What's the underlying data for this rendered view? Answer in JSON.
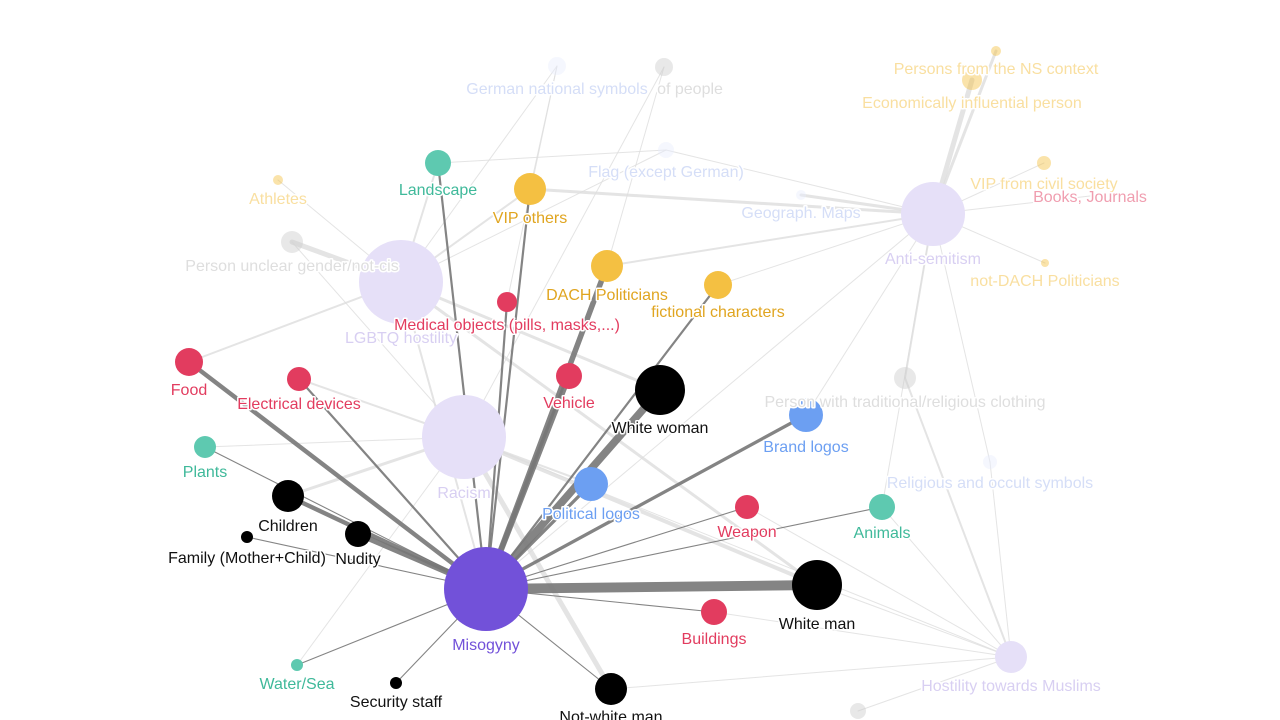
{
  "colors": {
    "hub": "#e6e0f8",
    "misogyny": "#7251d9",
    "teal": "#5ec9b0",
    "yellow": "#f4c042",
    "red": "#e23c5f",
    "blue": "#6c9ff2",
    "black": "#000000",
    "grey": "#cccccc",
    "lightblue": "#e8eefd",
    "edge_dark": "#777777",
    "edge_light": "#dddddd"
  },
  "nodes": [
    {
      "id": "misogyny",
      "label": "Misogyny",
      "group": "misogyny",
      "faded": false
    },
    {
      "id": "lgbtq",
      "label": "LGBTQ hostility",
      "group": "hub",
      "faded": true
    },
    {
      "id": "racism",
      "label": "Racism",
      "group": "hub",
      "faded": true
    },
    {
      "id": "antisemitism",
      "label": "Anti-semitism",
      "group": "hub",
      "faded": true
    },
    {
      "id": "muslims",
      "label": "Hostility towards Muslims",
      "group": "hub",
      "faded": true
    },
    {
      "id": "landscape",
      "label": "Landscape",
      "group": "teal",
      "faded": false
    },
    {
      "id": "plants",
      "label": "Plants",
      "group": "teal",
      "faded": false
    },
    {
      "id": "animals",
      "label": "Animals",
      "group": "teal",
      "faded": false
    },
    {
      "id": "water",
      "label": "Water/Sea",
      "group": "teal",
      "faded": false
    },
    {
      "id": "vip_others",
      "label": "VIP others",
      "group": "yellow",
      "faded": false
    },
    {
      "id": "dach",
      "label": "DACH Politicians",
      "group": "yellow",
      "faded": false
    },
    {
      "id": "fictional",
      "label": "fictional characters",
      "group": "yellow",
      "faded": false
    },
    {
      "id": "food",
      "label": "Food",
      "group": "red",
      "faded": false
    },
    {
      "id": "electrical",
      "label": "Electrical devices",
      "group": "red",
      "faded": false
    },
    {
      "id": "medical",
      "label": "Medical objects (pills, masks,...)",
      "group": "red",
      "faded": false
    },
    {
      "id": "vehicle",
      "label": "Vehicle",
      "group": "red",
      "faded": false
    },
    {
      "id": "weapon",
      "label": "Weapon",
      "group": "red",
      "faded": false
    },
    {
      "id": "buildings",
      "label": "Buildings",
      "group": "red",
      "faded": false
    },
    {
      "id": "brand_logos",
      "label": "Brand logos",
      "group": "blue",
      "faded": false
    },
    {
      "id": "political_logos",
      "label": "Political logos",
      "group": "blue",
      "faded": false
    },
    {
      "id": "white_woman",
      "label": "White woman",
      "group": "black",
      "faded": false
    },
    {
      "id": "white_man",
      "label": "White man",
      "group": "black",
      "faded": false
    },
    {
      "id": "children",
      "label": "Children",
      "group": "black",
      "faded": false
    },
    {
      "id": "family",
      "label": "Family (Mother+Child)",
      "group": "black",
      "faded": false
    },
    {
      "id": "nudity",
      "label": "Nudity",
      "group": "black",
      "faded": false
    },
    {
      "id": "security",
      "label": "Security staff",
      "group": "black",
      "faded": false
    },
    {
      "id": "not_white_man",
      "label": "Not-white man",
      "group": "black",
      "faded": false
    },
    {
      "id": "german_symbols",
      "label": "German national symbols",
      "group": "lightblue",
      "faded": true
    },
    {
      "id": "symbols_people",
      "label": "of people",
      "group": "grey",
      "faded": true
    },
    {
      "id": "flag",
      "label": "Flag (except German)",
      "group": "lightblue",
      "faded": true
    },
    {
      "id": "maps",
      "label": "Geograph. Maps",
      "group": "lightblue",
      "faded": true
    },
    {
      "id": "religious_symbols",
      "label": "Religious and occult symbols",
      "group": "lightblue",
      "faded": true
    },
    {
      "id": "ns_persons",
      "label": "Persons from the NS context",
      "group": "yellow",
      "faded": true
    },
    {
      "id": "econ_person",
      "label": "Economically influential person",
      "group": "yellow",
      "faded": true
    },
    {
      "id": "athletes",
      "label": "Athletes",
      "group": "yellow",
      "faded": true
    },
    {
      "id": "vip_civil",
      "label": "VIP from civil society",
      "group": "yellow",
      "faded": true
    },
    {
      "id": "not_dach",
      "label": "not-DACH Politicians",
      "group": "yellow",
      "faded": true
    },
    {
      "id": "books",
      "label": "Books, Journals",
      "group": "red",
      "faded": true
    },
    {
      "id": "person_unclear",
      "label": "Person unclear gender/not-cis",
      "group": "grey",
      "faded": true
    },
    {
      "id": "religious_clothing",
      "label": "Person with traditional/religious clothing",
      "group": "grey",
      "faded": true
    },
    {
      "id": "bottom_grey",
      "label": "",
      "group": "grey",
      "faded": true
    }
  ],
  "edges": [
    {
      "source": "misogyny",
      "target": "white_man",
      "weight": 9,
      "highlight": true
    },
    {
      "source": "misogyny",
      "target": "white_woman",
      "weight": 7,
      "highlight": true
    },
    {
      "source": "misogyny",
      "target": "vehicle",
      "weight": 5,
      "highlight": true
    },
    {
      "source": "misogyny",
      "target": "dach",
      "weight": 5,
      "highlight": true
    },
    {
      "source": "misogyny",
      "target": "nudity",
      "weight": 5,
      "highlight": true
    },
    {
      "source": "misogyny",
      "target": "children",
      "weight": 4,
      "highlight": true
    },
    {
      "source": "misogyny",
      "target": "food",
      "weight": 4,
      "highlight": true
    },
    {
      "source": "misogyny",
      "target": "brand_logos",
      "weight": 3,
      "highlight": true
    },
    {
      "source": "misogyny",
      "target": "political_logos",
      "weight": 3,
      "highlight": true
    },
    {
      "source": "misogyny",
      "target": "landscape",
      "weight": 2,
      "highlight": true
    },
    {
      "source": "misogyny",
      "target": "vip_others",
      "weight": 2,
      "highlight": true
    },
    {
      "source": "misogyny",
      "target": "medical",
      "weight": 2,
      "highlight": true
    },
    {
      "source": "misogyny",
      "target": "electrical",
      "weight": 2,
      "highlight": true
    },
    {
      "source": "misogyny",
      "target": "fictional",
      "weight": 2,
      "highlight": true
    },
    {
      "source": "misogyny",
      "target": "plants",
      "weight": 1,
      "highlight": true
    },
    {
      "source": "misogyny",
      "target": "family",
      "weight": 1,
      "highlight": true
    },
    {
      "source": "misogyny",
      "target": "weapon",
      "weight": 1,
      "highlight": true
    },
    {
      "source": "misogyny",
      "target": "animals",
      "weight": 1,
      "highlight": true
    },
    {
      "source": "misogyny",
      "target": "buildings",
      "weight": 1,
      "highlight": true
    },
    {
      "source": "misogyny",
      "target": "water",
      "weight": 1,
      "highlight": true
    },
    {
      "source": "misogyny",
      "target": "security",
      "weight": 1,
      "highlight": true
    },
    {
      "source": "misogyny",
      "target": "not_white_man",
      "weight": 1,
      "highlight": true
    },
    {
      "source": "lgbtq",
      "target": "person_unclear",
      "weight": 5,
      "highlight": false
    },
    {
      "source": "lgbtq",
      "target": "landscape",
      "weight": 2,
      "highlight": false
    },
    {
      "source": "lgbtq",
      "target": "vip_others",
      "weight": 2,
      "highlight": false
    },
    {
      "source": "lgbtq",
      "target": "food",
      "weight": 2,
      "highlight": false
    },
    {
      "source": "lgbtq",
      "target": "athletes",
      "weight": 1,
      "highlight": false
    },
    {
      "source": "lgbtq",
      "target": "german_symbols",
      "weight": 1,
      "highlight": false
    },
    {
      "source": "lgbtq",
      "target": "white_woman",
      "weight": 3,
      "highlight": false
    },
    {
      "source": "lgbtq",
      "target": "white_man",
      "weight": 3,
      "highlight": false
    },
    {
      "source": "lgbtq",
      "target": "misogyny",
      "weight": 2,
      "highlight": false
    },
    {
      "source": "lgbtq",
      "target": "flag",
      "weight": 1,
      "highlight": false
    },
    {
      "source": "racism",
      "target": "electrical",
      "weight": 2,
      "highlight": false
    },
    {
      "source": "racism",
      "target": "children",
      "weight": 3,
      "highlight": false
    },
    {
      "source": "racism",
      "target": "plants",
      "weight": 1,
      "highlight": false
    },
    {
      "source": "racism",
      "target": "white_man",
      "weight": 4,
      "highlight": false
    },
    {
      "source": "racism",
      "target": "not_white_man",
      "weight": 5,
      "highlight": false
    },
    {
      "source": "racism",
      "target": "political_logos",
      "weight": 2,
      "highlight": false
    },
    {
      "source": "racism",
      "target": "symbols_people",
      "weight": 1,
      "highlight": false
    },
    {
      "source": "racism",
      "target": "person_unclear",
      "weight": 1,
      "highlight": false
    },
    {
      "source": "racism",
      "target": "muslims",
      "weight": 1,
      "highlight": false
    },
    {
      "source": "racism",
      "target": "water",
      "weight": 1,
      "highlight": false
    },
    {
      "source": "antisemitism",
      "target": "econ_person",
      "weight": 5,
      "highlight": false
    },
    {
      "source": "antisemitism",
      "target": "ns_persons",
      "weight": 3,
      "highlight": false
    },
    {
      "source": "antisemitism",
      "target": "vip_civil",
      "weight": 1,
      "highlight": false
    },
    {
      "source": "antisemitism",
      "target": "books",
      "weight": 1,
      "highlight": false
    },
    {
      "source": "antisemitism",
      "target": "not_dach",
      "weight": 1,
      "highlight": false
    },
    {
      "source": "antisemitism",
      "target": "maps",
      "weight": 3,
      "highlight": false
    },
    {
      "source": "antisemitism",
      "target": "flag",
      "weight": 1,
      "highlight": false
    },
    {
      "source": "antisemitism",
      "target": "vip_others",
      "weight": 3,
      "highlight": false
    },
    {
      "source": "antisemitism",
      "target": "dach",
      "weight": 2,
      "highlight": false
    },
    {
      "source": "antisemitism",
      "target": "religious_clothing",
      "weight": 2,
      "highlight": false
    },
    {
      "source": "antisemitism",
      "target": "religious_symbols",
      "weight": 1,
      "highlight": false
    },
    {
      "source": "antisemitism",
      "target": "brand_logos",
      "weight": 1,
      "highlight": false
    },
    {
      "source": "antisemitism",
      "target": "animals",
      "weight": 1,
      "highlight": false
    },
    {
      "source": "antisemitism",
      "target": "misogyny",
      "weight": 1,
      "highlight": false
    },
    {
      "source": "antisemitism",
      "target": "fictional",
      "weight": 1,
      "highlight": false
    },
    {
      "source": "muslims",
      "target": "religious_clothing",
      "weight": 2,
      "highlight": false
    },
    {
      "source": "muslims",
      "target": "white_man",
      "weight": 1,
      "highlight": false
    },
    {
      "source": "muslims",
      "target": "animals",
      "weight": 1,
      "highlight": false
    },
    {
      "source": "muslims",
      "target": "not_white_man",
      "weight": 1,
      "highlight": false
    },
    {
      "source": "muslims",
      "target": "buildings",
      "weight": 1,
      "highlight": false
    },
    {
      "source": "muslims",
      "target": "weapon",
      "weight": 1,
      "highlight": false
    },
    {
      "source": "muslims",
      "target": "bottom_grey",
      "weight": 1,
      "highlight": false
    },
    {
      "source": "muslims",
      "target": "religious_symbols",
      "weight": 1,
      "highlight": false
    },
    {
      "source": "german_symbols",
      "target": "vip_others",
      "weight": 1,
      "highlight": false
    },
    {
      "source": "german_symbols",
      "target": "medical",
      "weight": 1,
      "highlight": false
    },
    {
      "source": "symbols_people",
      "target": "dach",
      "weight": 1,
      "highlight": false
    },
    {
      "source": "flag",
      "target": "landscape",
      "weight": 1,
      "highlight": false
    }
  ]
}
